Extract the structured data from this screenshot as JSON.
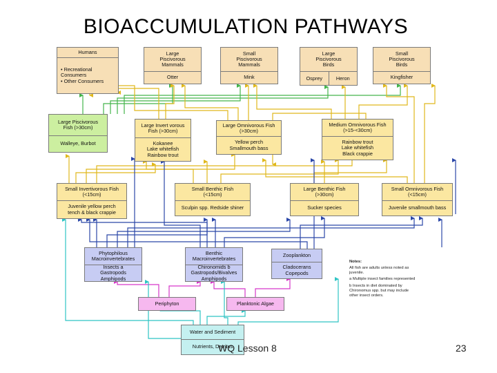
{
  "title": "BIOACCUMULATION PATHWAYS",
  "footer": "WQ Lesson 8",
  "page_number": "23",
  "colors": {
    "green_link": "#43b54a",
    "yellow_link": "#e8c22a",
    "blue_link": "#2b47a8",
    "magenta_link": "#d636c9",
    "cyan_link": "#2ec4c4"
  },
  "boxes": {
    "humans": {
      "title": "Humans",
      "items": [
        "• Recreational Consumers",
        "• Other Consumers"
      ]
    },
    "large_pisc_mammals": {
      "title": [
        "Large",
        "Piscivorous",
        "Mammals"
      ],
      "species": "Otter"
    },
    "small_pisc_mammals": {
      "title": [
        "Small",
        "Piscivorous",
        "Mammals"
      ],
      "species": "Mink"
    },
    "large_pisc_birds": {
      "title": [
        "Large",
        "Piscivorous",
        "Birds"
      ],
      "species_a": "Osprey",
      "species_b": "Heron"
    },
    "small_pisc_birds": {
      "title": [
        "Small",
        "Piscivorous",
        "Birds"
      ],
      "species": "Kingfisher"
    },
    "large_pisc_fish": {
      "title": [
        "Large Piscivorous",
        "Fish (>30cm)"
      ],
      "species": "Walleye, Burbot"
    },
    "large_invert_fish": {
      "title": [
        "Large Invert vorous",
        "Fish (>30cm)"
      ],
      "species": [
        "Kokanee",
        "Lake whitefish",
        "Rainbow trout"
      ]
    },
    "large_omni_fish": {
      "title": [
        "Large Omnivorous Fish",
        "(>30cm)"
      ],
      "species": [
        "Yellow perch",
        "Smallmouth bass"
      ]
    },
    "medium_omni_fish": {
      "title": [
        "Medium Omnivorous Fish",
        "(>15-<30cm)"
      ],
      "species": [
        "Rainbow trout",
        "Lake whitefish",
        "Black crappie"
      ]
    },
    "small_invert_fish": {
      "title": [
        "Small Invertivorous Fish",
        "(<15cm)"
      ],
      "species": [
        "Juvenile yellow perch",
        "tench & black crappie"
      ]
    },
    "small_benthic_fish": {
      "title": [
        "Small Benthic Fish",
        "(<15cm)"
      ],
      "species": "Sculpin spp. Redside shiner"
    },
    "large_benthic_fish": {
      "title": [
        "Large Benthic Fish",
        "(>30cm)"
      ],
      "species": "Sucker species"
    },
    "small_omni_fish": {
      "title": [
        "Small Omnivorous Fish",
        "(<15cm)"
      ],
      "species": "Juvenile smallmouth bass"
    },
    "phytophilous": {
      "title": [
        "Phytophilous",
        "Macroinvertebrates"
      ],
      "items": [
        "Insects a",
        "Gastropods",
        "Amphipods"
      ]
    },
    "benthic_macro": {
      "title": [
        "Benthic",
        "Macroinvertebrates"
      ],
      "items": [
        "Chironomids b",
        "Gastropods/Bivalves",
        "Amphipods"
      ]
    },
    "zooplankton": {
      "title": "Zooplankton",
      "items": [
        "Cladocerans",
        "Copepods"
      ]
    },
    "periphyton": {
      "title": "Periphyton"
    },
    "planktonic_algae": {
      "title": "Planktonic Algae"
    },
    "water_sediment": {
      "title": "Water and Sediment",
      "sub": "Nutrients, Detritus"
    }
  },
  "notes": {
    "title": "Notes:",
    "items": [
      "All fish are adults unless noted as juvenile.",
      "a Multiple insect families represented",
      "b Insects in diet dominated by Chironomus spp. but may include other insect orders."
    ]
  }
}
